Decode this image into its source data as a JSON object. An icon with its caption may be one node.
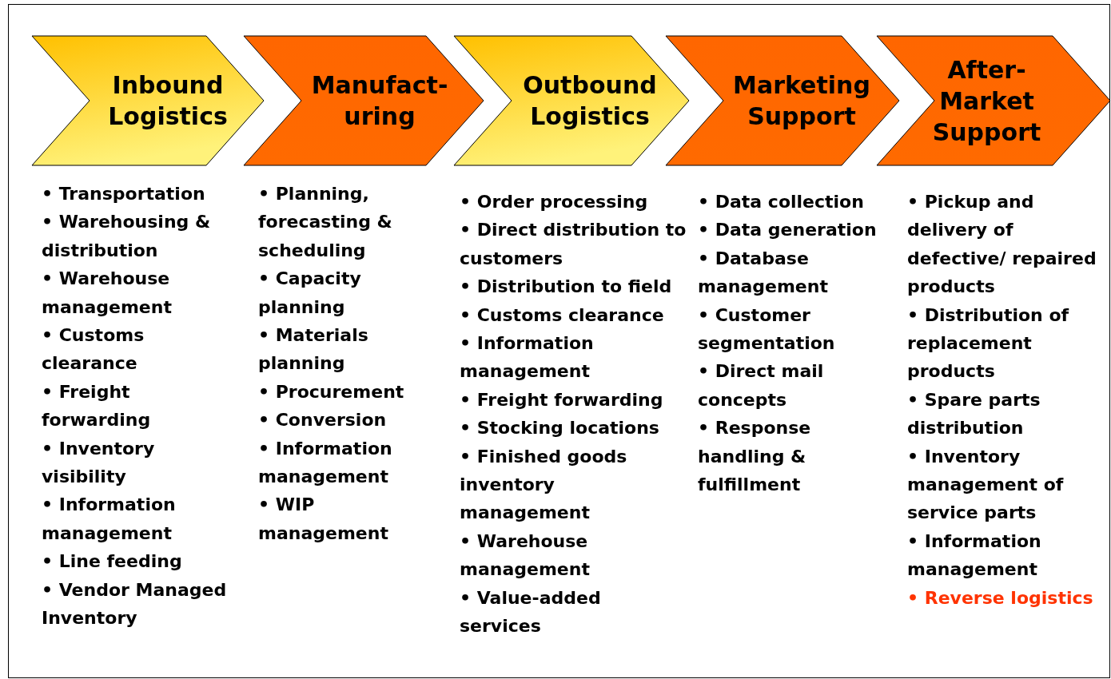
{
  "diagram": {
    "nodes": [
      {
        "text": [
          "Inbound Logistics"
        ],
        "beside": [
          "• Transportation",
          "• Warehousing & distribution",
          "• Warehouse management",
          "• Customs clearance",
          "• Freight forwarding",
          "• Inventory visibility",
          "• Information management",
          "• Line feeding",
          "• Vendor Managed Inventory"
        ]
      },
      {
        "text": [
          "Manufact- uring"
        ],
        "beside": [
          "• Planning, forecasting & scheduling",
          "• Capacity planning",
          "• Materials planning",
          "• Procurement",
          "• Conversion",
          "• Information management",
          "• WIP management"
        ]
      },
      {
        "text": [
          "Outbound Logistics"
        ],
        "beside": [
          "• Order processing",
          "• Direct distribution to customers",
          "• Distribution to field",
          "• Customs clearance",
          "• Information management",
          "• Freight forwarding",
          "• Stocking locations",
          "• Finished goods inventory management",
          "• Warehouse management",
          "• Value-added services"
        ]
      },
      {
        "text": [
          "Marketing Support"
        ],
        "beside": [
          "• Data collection",
          "• Data generation",
          "• Database management",
          "• Customer segmentation",
          "• Direct mail concepts",
          "• Response handling & fulfillment"
        ]
      },
      {
        "text": [
          "After- Market Support"
        ],
        "beside": [
          "• Pickup and delivery of defective/ repaired products",
          "• Distribution of replacement products",
          "• Spare parts distribution",
          "• Inventory management of service parts",
          "• Information management",
          "• Reverse logistics"
        ]
      }
    ]
  }
}
